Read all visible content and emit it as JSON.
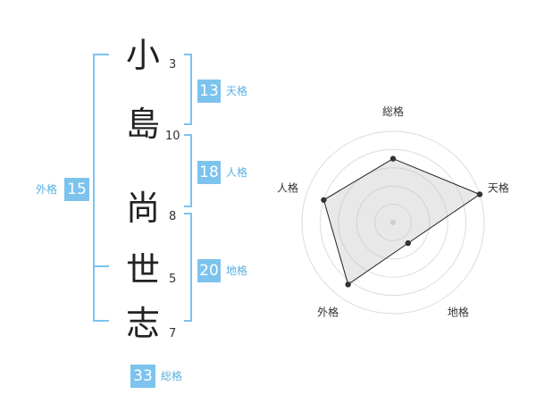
{
  "name_chars": [
    "小",
    "島",
    "尚",
    "世",
    "志"
  ],
  "stroke_counts": [
    "3",
    "10",
    "8",
    "5",
    "7"
  ],
  "badges": {
    "tenkaku": {
      "value": "13",
      "label": "天格"
    },
    "jinkaku": {
      "value": "18",
      "label": "人格"
    },
    "chikaku": {
      "value": "20",
      "label": "地格"
    },
    "gaikaku": {
      "value": "15",
      "label": "外格"
    },
    "soukaku": {
      "value": "33",
      "label": "総格"
    }
  },
  "radar": {
    "axes": [
      "総格",
      "天格",
      "地格",
      "外格",
      "人格"
    ],
    "levels": 5,
    "values": [
      3.5,
      5,
      1.4,
      4.2,
      4
    ]
  },
  "colors": {
    "accent": "#7cc3ee",
    "accent_text": "#5ab0e2"
  }
}
